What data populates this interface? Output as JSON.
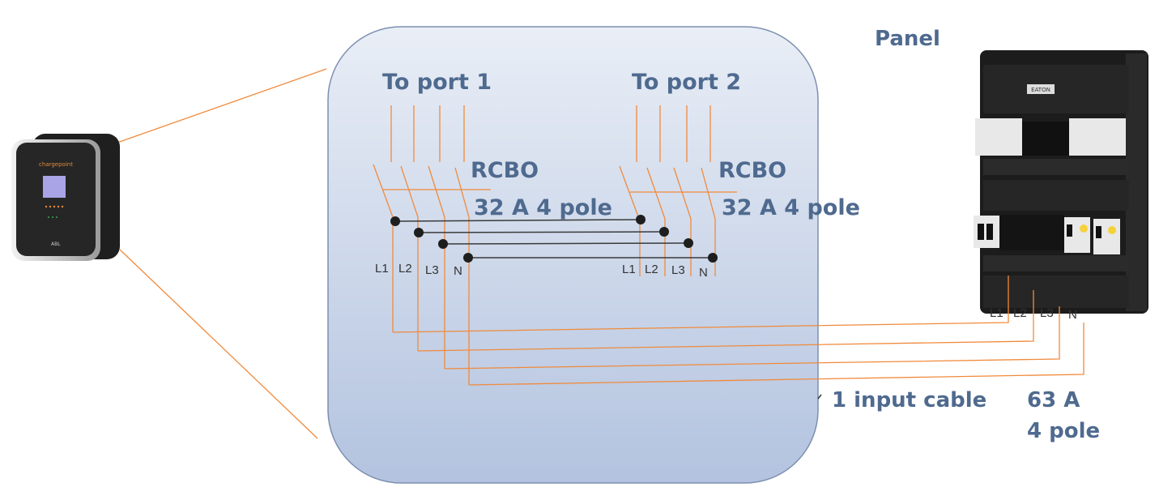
{
  "labels": {
    "panel": "Panel",
    "to_port_1": "To port 1",
    "to_port_2": "To port 2",
    "rcbo_1": "RCBO",
    "rcbo_1_rating": "32 A 4 pole",
    "rcbo_2": "RCBO",
    "rcbo_2_rating": "32 A 4 pole",
    "input_cable": "1 input cable",
    "main_rating_1": "63 A",
    "main_rating_2": "4 pole"
  },
  "terminals": {
    "port1": [
      "L1",
      "L2",
      "L3",
      "N"
    ],
    "port2": [
      "L1",
      "L2",
      "L3",
      "N"
    ],
    "panel": [
      "L1",
      "L2",
      "L3",
      "N"
    ]
  },
  "charger": {
    "brand": "chargepoint",
    "maker": "ABL"
  },
  "panel_device": {
    "brand": "EATON"
  },
  "colors": {
    "wire": "#f08a3c",
    "bus": "#3a3a3a",
    "text": "#4f6a8f",
    "box_top": "#e8edf5",
    "box_bottom": "#b3c3df"
  }
}
